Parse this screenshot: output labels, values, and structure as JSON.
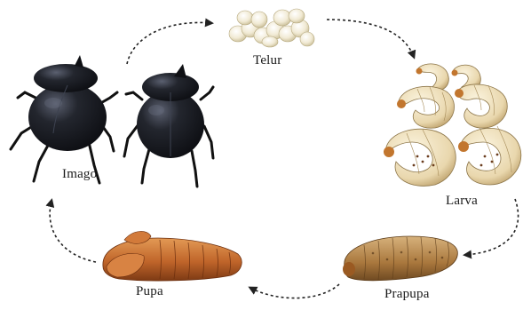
{
  "stages": {
    "telur": "Telur",
    "larva": "Larva",
    "prapupa": "Prapupa",
    "pupa": "Pupa",
    "imago": "Imago"
  },
  "colors": {
    "background": "#ffffff",
    "arrow": "#222222",
    "egg": "#f3edda",
    "larva": "#f1e4c6",
    "prapupa": "#b8894f",
    "pupa": "#c46a2c",
    "beetle": "#1a1c22"
  }
}
